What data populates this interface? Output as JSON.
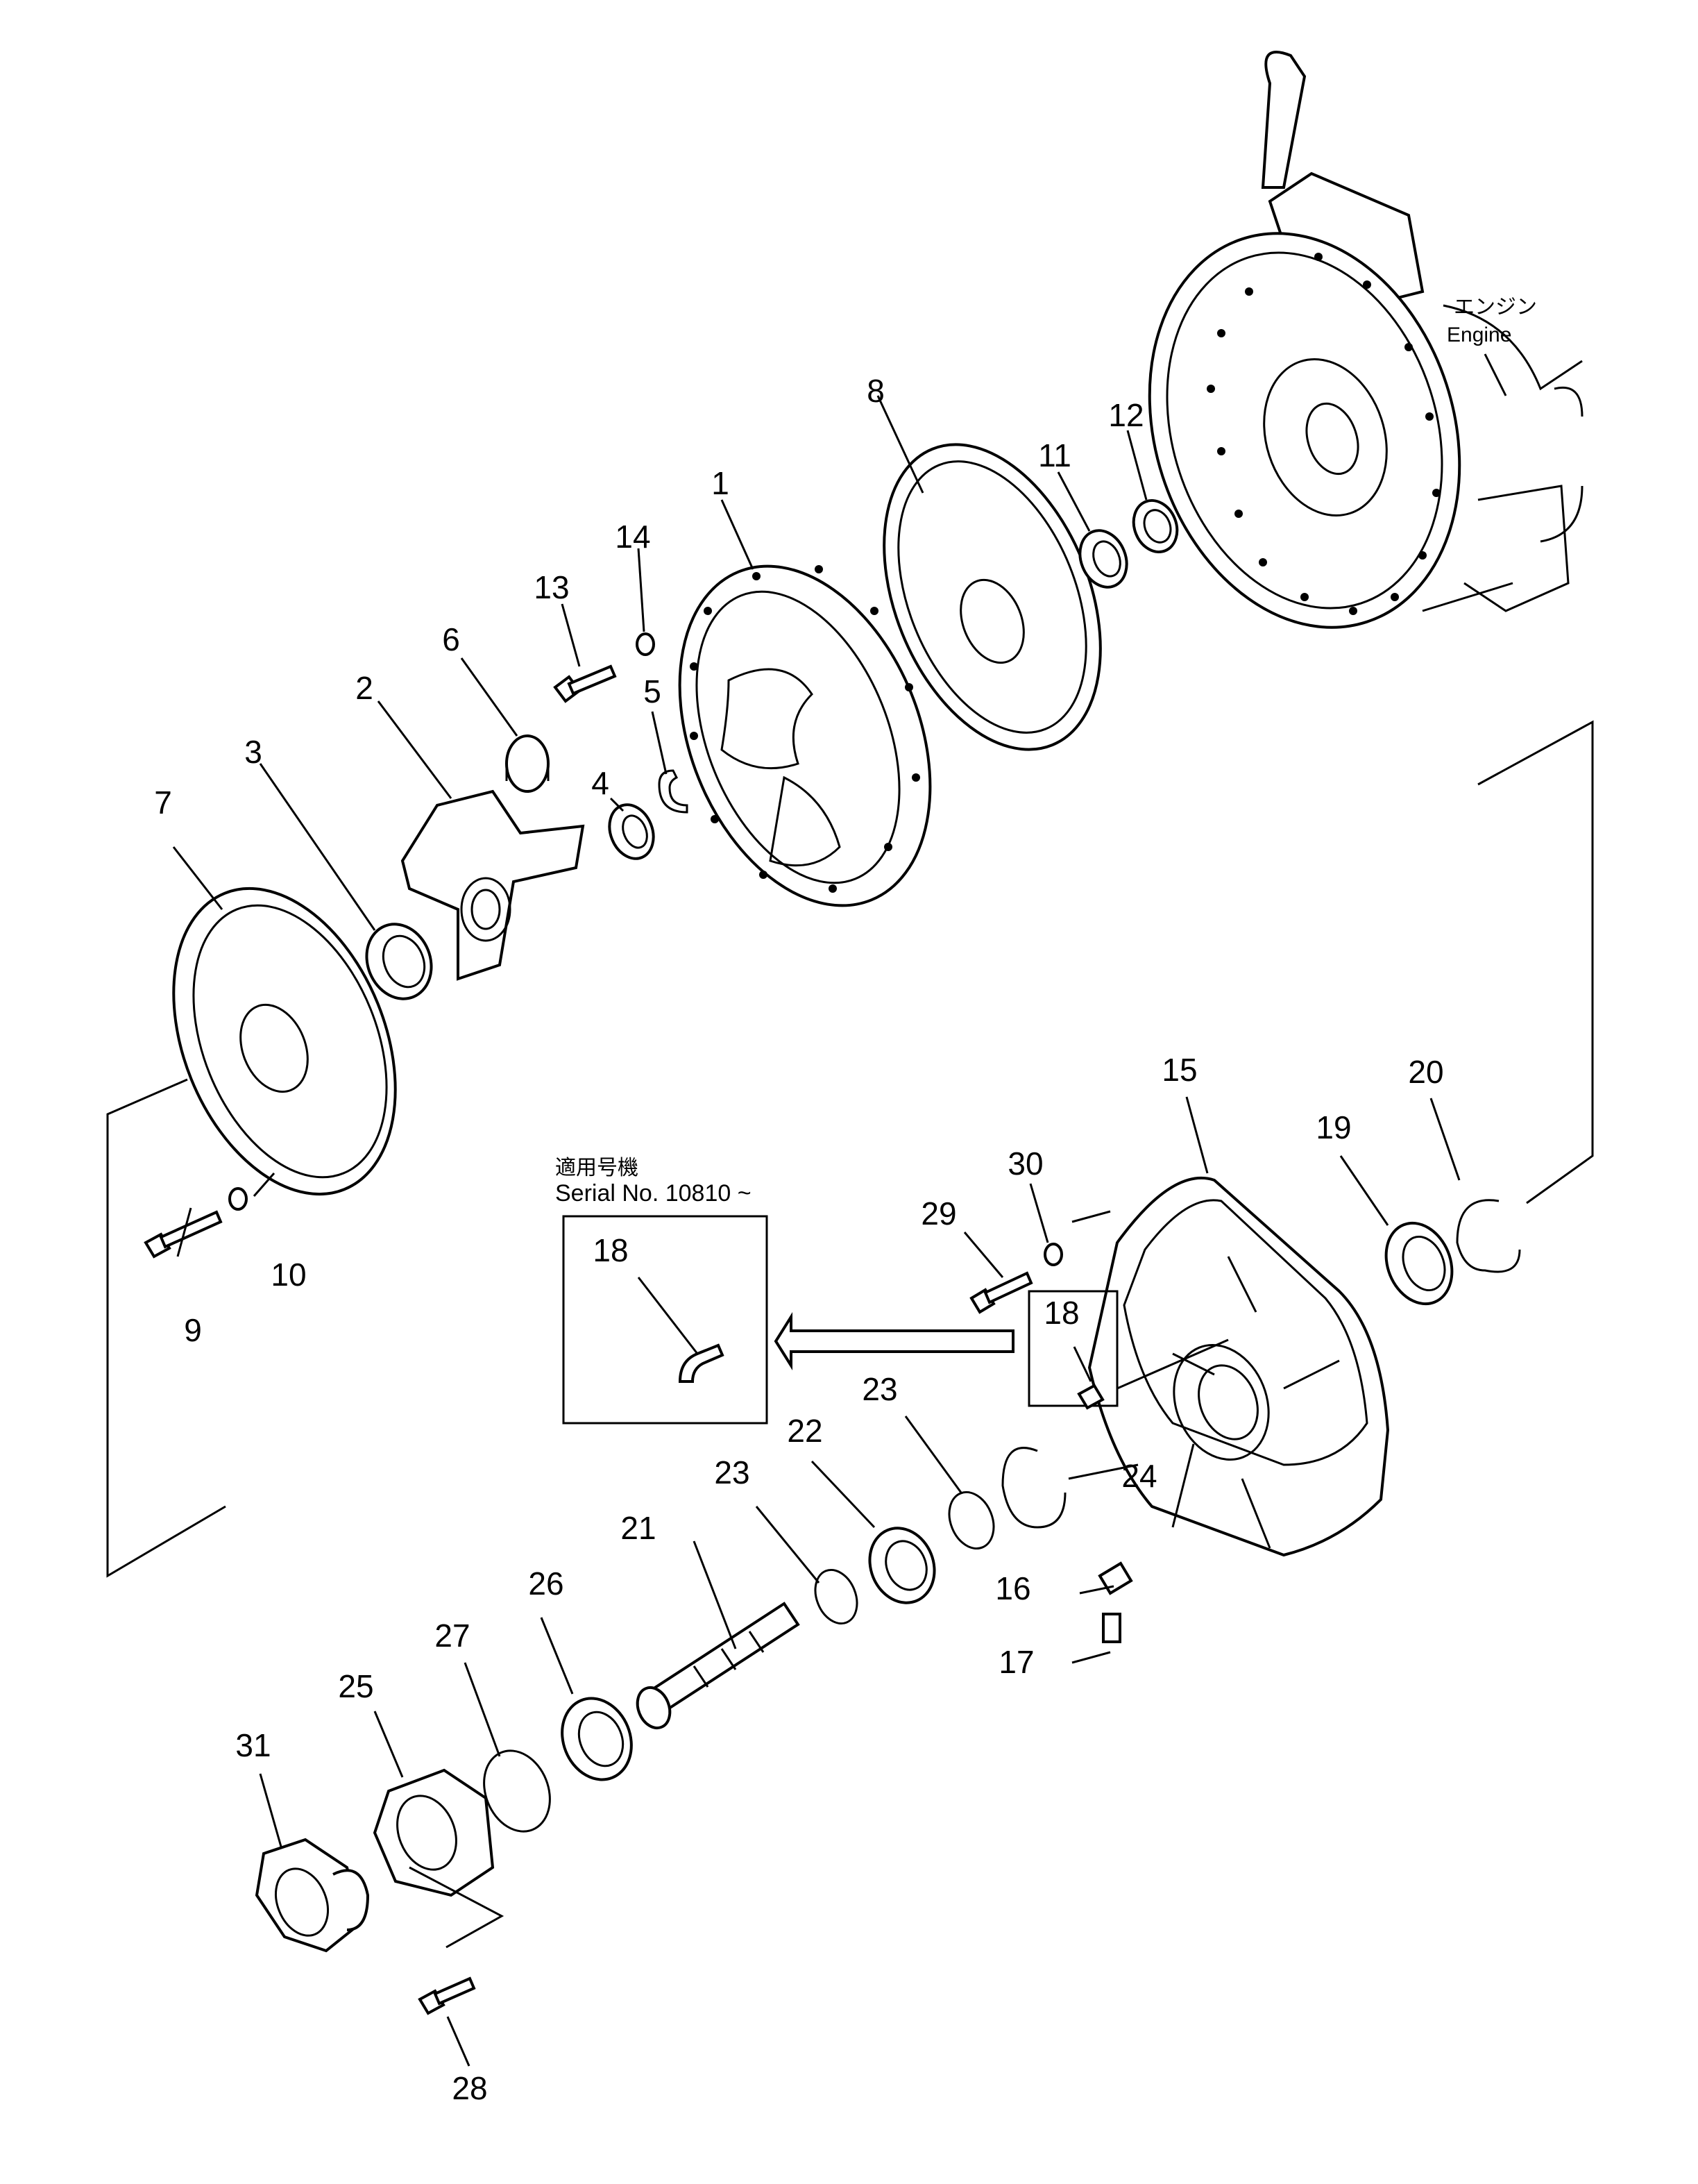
{
  "engine_label": {
    "jp": "エンジン",
    "en": "Engine"
  },
  "serial_note": {
    "applicable": "適用号機",
    "serial": "Serial No. 10810 ~"
  },
  "callouts": {
    "c1": "1",
    "c2": "2",
    "c3": "3",
    "c4": "4",
    "c5": "5",
    "c6": "6",
    "c7": "7",
    "c8": "8",
    "c9": "9",
    "c10": "10",
    "c11": "11",
    "c12": "12",
    "c13": "13",
    "c14": "14",
    "c15": "15",
    "c16": "16",
    "c17": "17",
    "c18a": "18",
    "c18b": "18",
    "c19": "19",
    "c20": "20",
    "c21": "21",
    "c22": "22",
    "c23a": "23",
    "c23b": "23",
    "c24": "24",
    "c25": "25",
    "c26": "26",
    "c27": "27",
    "c28": "28",
    "c29": "29",
    "c30": "30",
    "c31": "31"
  }
}
